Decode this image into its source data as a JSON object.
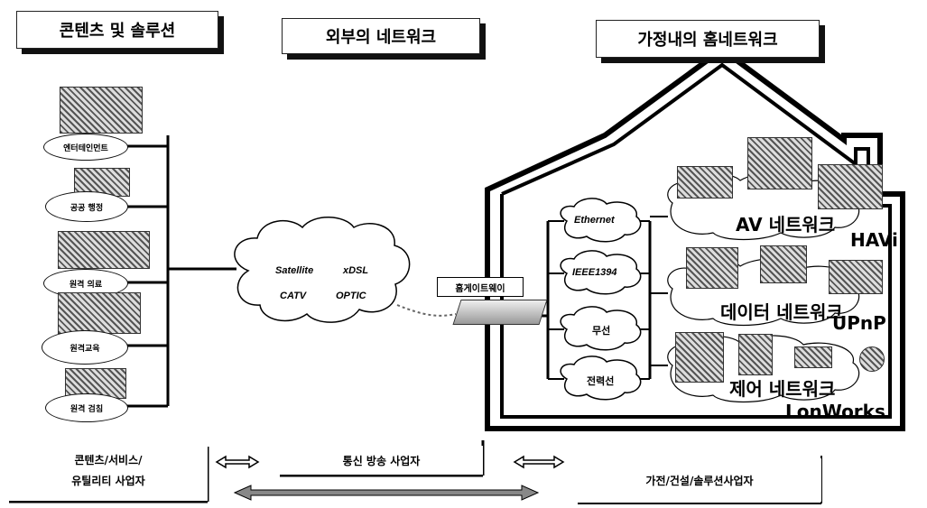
{
  "headers": {
    "content": "콘텐츠 및 솔루션",
    "external": "외부의 네트워크",
    "home": "가정내의 홈네트워크"
  },
  "services": [
    "엔터테인먼트",
    "공공 행정",
    "원격 의료",
    "원격교육",
    "원격 검침"
  ],
  "access_tech": {
    "satellite": "Satellite",
    "xdsl": "xDSL",
    "catv": "CATV",
    "optic": "OPTIC"
  },
  "gateway_label": "홈게이트웨이",
  "home_links": [
    "Ethernet",
    "IEEE1394",
    "무선",
    "전력선"
  ],
  "networks": {
    "av": "AV 네트워크",
    "data": "데이터 네트워크",
    "control": "제어 네트워크"
  },
  "protocols": {
    "havi": "HAVi",
    "upnp": "UPnP",
    "lonworks": "LonWorks"
  },
  "footer": {
    "content_provider_line1": "콘텐츠/서비스/",
    "content_provider_line2": "유틸리티 사업자",
    "telecom": "통신 방송 사업자",
    "appliance": "가전/건설/솔루션사업자"
  }
}
